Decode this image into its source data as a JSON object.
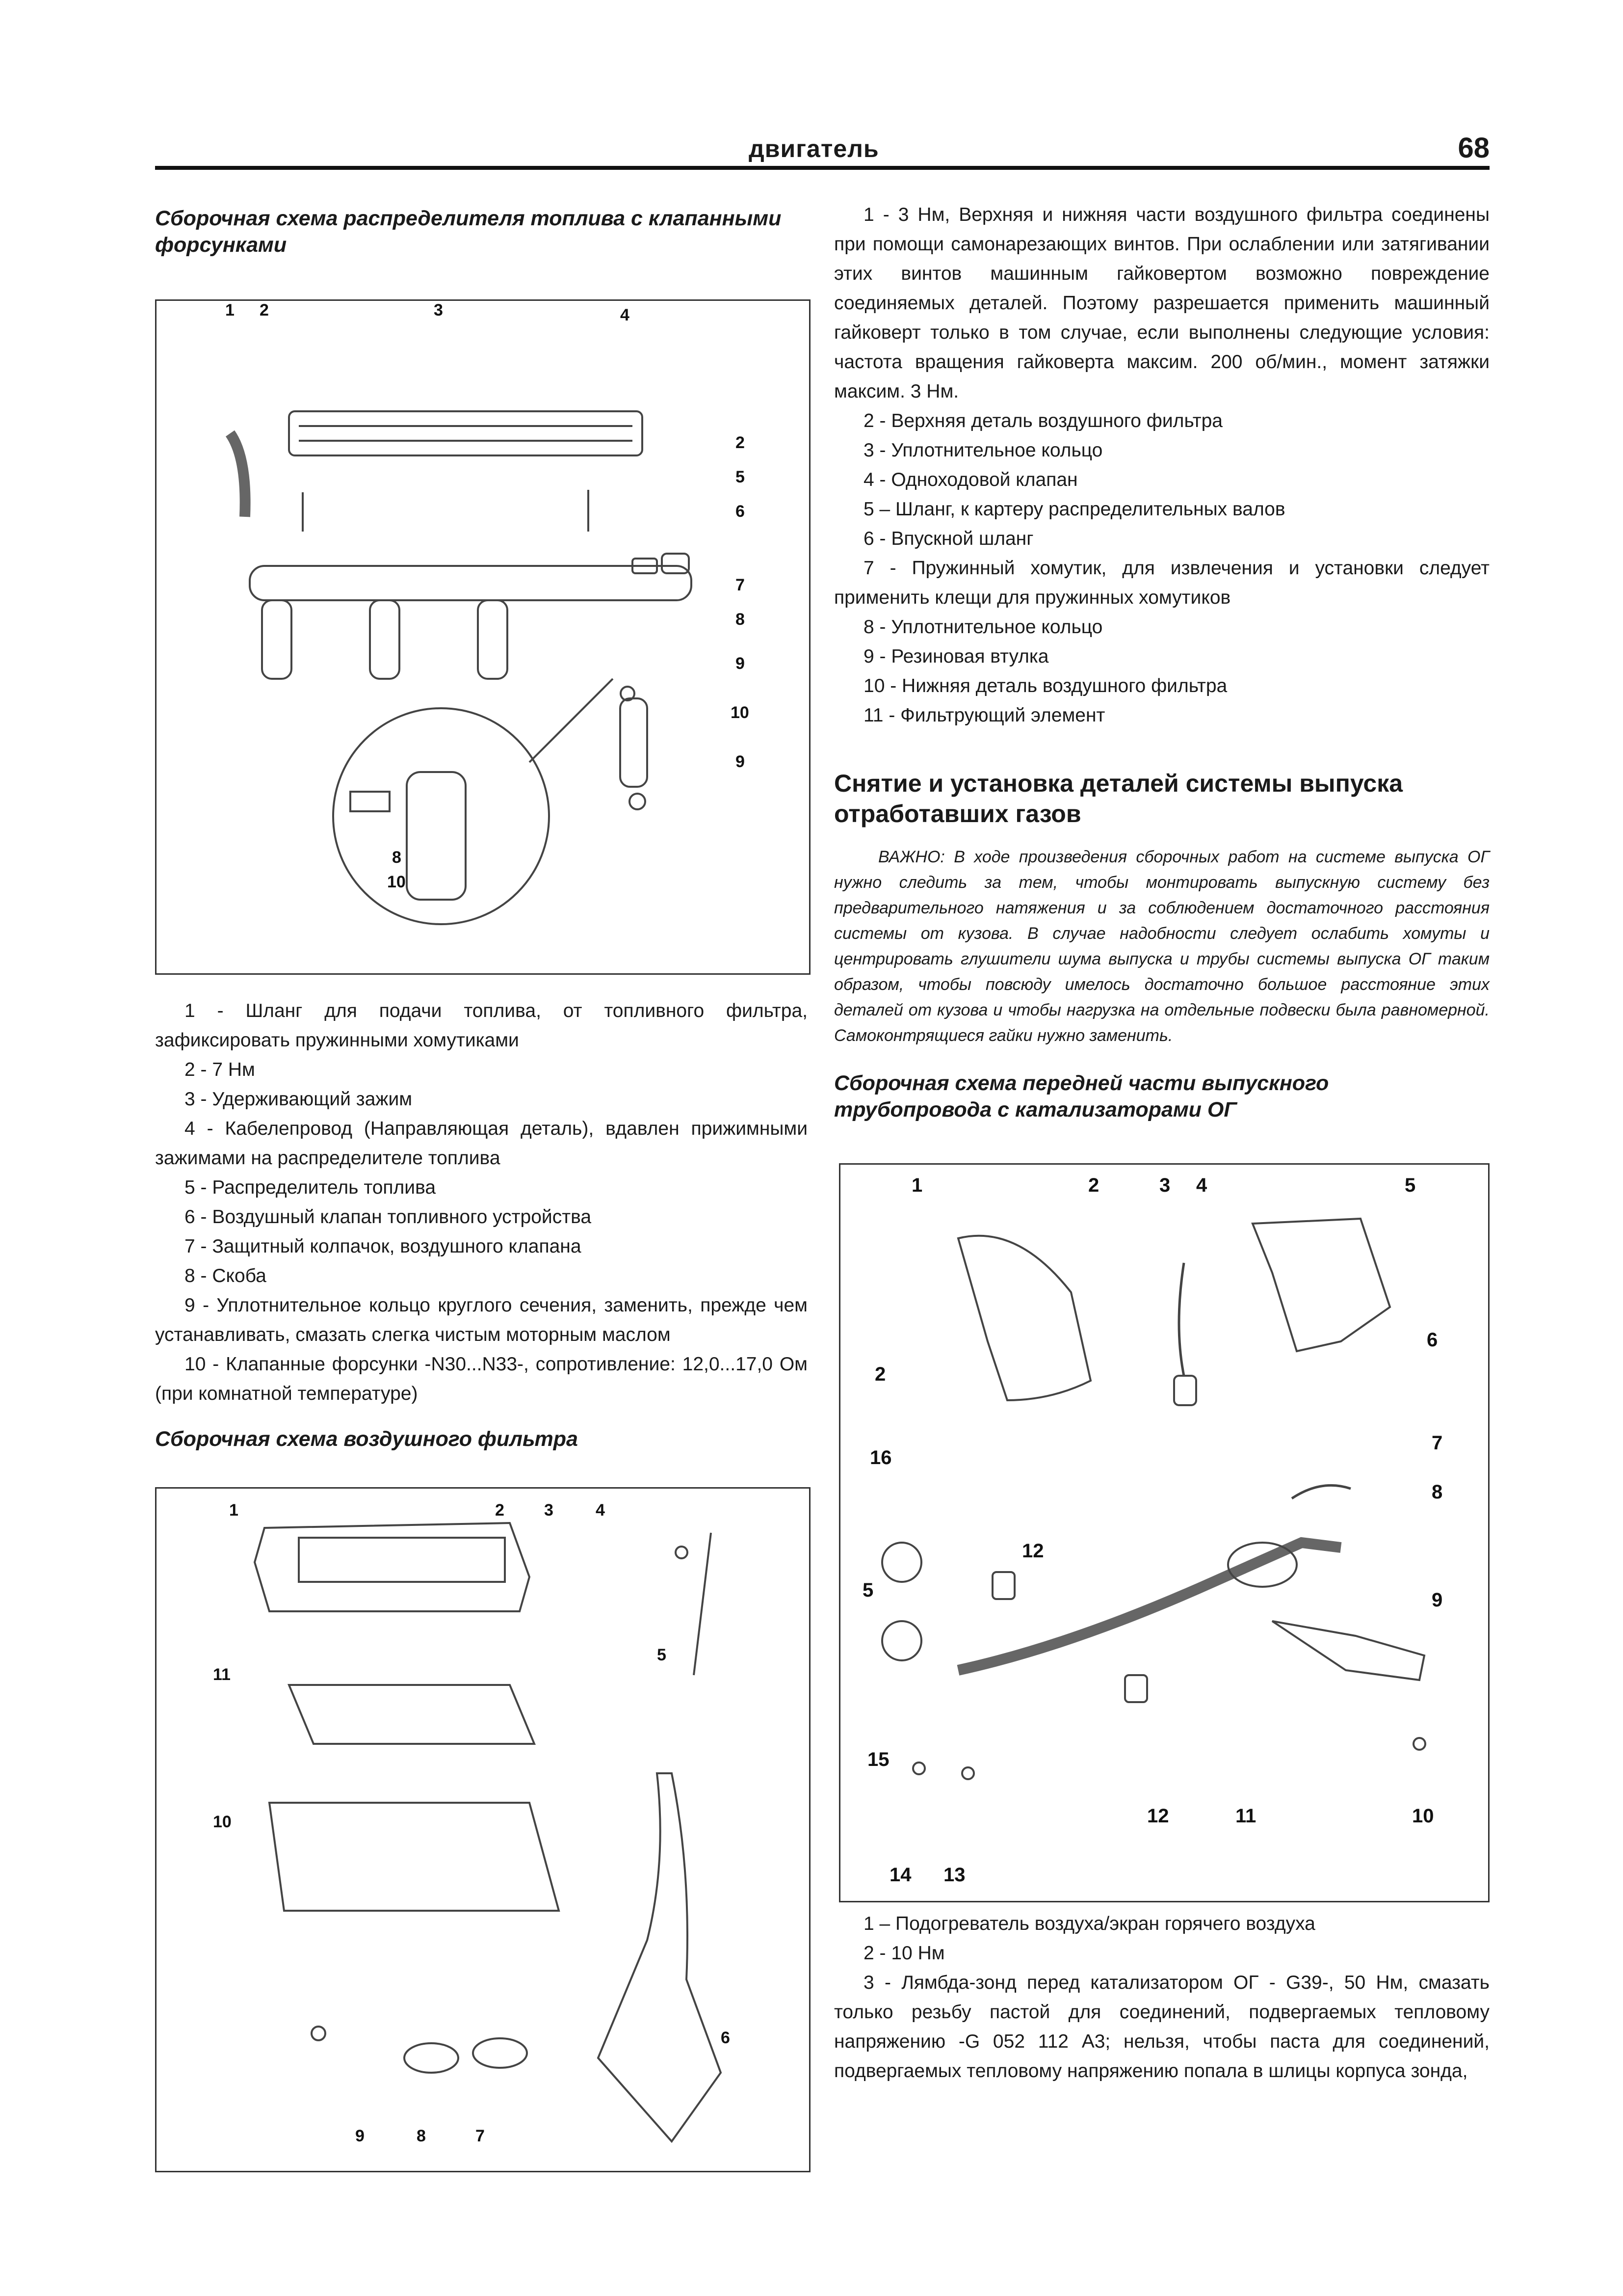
{
  "header": {
    "title": "двигатель",
    "page_number": "68"
  },
  "fuel_rail": {
    "caption": "Сборочная схема распределителя топлива с клапанными форсунками",
    "callouts_top": [
      "1",
      "2",
      "3",
      "4"
    ],
    "callouts_right": [
      "2",
      "5",
      "6",
      "7",
      "8",
      "9",
      "10",
      "9"
    ],
    "callouts_inset": [
      "8",
      "10"
    ],
    "legend": [
      "1 - Шланг для подачи топлива, от топливного фильтра, зафиксировать пружинными хомутиками",
      "2 - 7 Нм",
      "3 - Удерживающий зажим",
      "4 - Кабелепровод (Направляющая деталь), вдавлен прижимными зажимами на распределителе топлива",
      "5 - Распределитель топлива",
      "6 - Воздушный клапан топливного устройства",
      "7 - Защитный колпачок, воздушного клапана",
      "8 - Скоба",
      "9 - Уплотнительное кольцо круглого сечения, заменить, прежде чем устанавливать, смазать слегка чистым моторным маслом",
      "10 - Клапанные форсунки -N30...N33-, сопротивление: 12,0...17,0 Ом (при комнатной температуре)"
    ]
  },
  "air_filter": {
    "caption": "Сборочная схема воздушного фильтра",
    "callouts": [
      "1",
      "2",
      "3",
      "4",
      "5",
      "11",
      "10",
      "6",
      "9",
      "8",
      "7"
    ],
    "legend": [
      "1 - 3 Нм, Верхняя и нижняя части воздушного фильтра соединены при помощи самонарезающих винтов. При ослаблении или затягивании этих винтов машинным гайковертом возможно повреждение соединяемых деталей. Поэтому разрешается применить машинный гайковерт только в том случае, если выполнены следующие условия: частота вращения гайковерта максим. 200 об/мин., момент затяжки максим. 3 Нм.",
      "2 - Верхняя деталь воздушного фильтра",
      "3 - Уплотнительное кольцо",
      "4 - Одноходовой клапан",
      "5 – Шланг, к картеру распределительных валов",
      "6 - Впускной шланг",
      "7 - Пружинный хомутик, для извлечения и установки следует применить клещи для пружинных хомутиков",
      "8 - Уплотнительное кольцо",
      "9 - Резиновая втулка",
      "10 - Нижняя деталь воздушного фильтра",
      "11 - Фильтрующий элемент"
    ]
  },
  "exhaust": {
    "heading": "Снятие и установка деталей системы выпуска отработавших газов",
    "note": "ВАЖНО: В ходе произведения сборочных работ на системе выпуска ОГ нужно следить за тем, чтобы монтировать выпускную систему без предварительного натяжения и за соблюдением достаточного расстояния системы от кузова. В случае надобности следует ослабить хомуты и центрировать глушители шума выпуска и трубы системы выпуска ОГ таким образом, чтобы повсюду имелось достаточно большое расстояние этих деталей от кузова и чтобы нагрузка на отдельные подвески была равномерной. Самоконтрящиеся гайки нужно заменить.",
    "caption": "Сборочная схема передней части выпускного трубопровода с катализаторами ОГ",
    "callouts": [
      "1",
      "2",
      "3",
      "4",
      "5",
      "6",
      "2",
      "16",
      "7",
      "8",
      "12",
      "5",
      "9",
      "15",
      "12",
      "11",
      "10",
      "14",
      "13"
    ],
    "legend": [
      "1 – Подогреватель воздуха/экран горячего воздуха",
      "2 - 10 Нм",
      "3 - Лямбда-зонд перед катализатором ОГ - G39-, 50 Нм, смазать только резьбу пастой для соединений, подвергаемых тепловому напряжению -G 052 112 А3; нельзя, чтобы паста для соединений, подвергаемых тепловому напряжению попала в шлицы корпуса зонда,"
    ]
  }
}
